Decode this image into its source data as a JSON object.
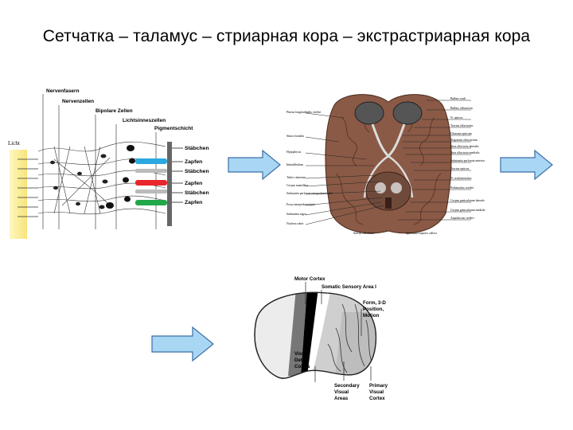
{
  "slide": {
    "title": "Сетчатка – таламус – стриарная кора – экстрастриарная кора"
  },
  "retina": {
    "light": "Licht",
    "nerve_fibers": "Nervenfasern",
    "nerve_cells": "Nervenzellen",
    "bipolar_cells": "Bipolare Zellen",
    "sensory_cells": "Lichtsinneszellen",
    "pigment_layer": "Pigmentschicht",
    "cell_labels": [
      "Stäbchen",
      "Zapfen",
      "Stäbchen",
      "Zapfen",
      "Stäbchen",
      "Zapfen"
    ],
    "colors": {
      "blue": "#2aa8e0",
      "red": "#e8262b",
      "green": "#21a84a"
    }
  },
  "brain_base": {
    "left_labels": [
      "Pineus longitudinalis cerebri",
      "Sinus frontalis",
      "Hypophysis",
      "Infundibulum",
      "Tuber cinereum",
      "Corpus mamillare",
      "Substantia perforata interpeduncularis",
      "Fossa interpeduncularis",
      "Substantia nigra",
      "Nucleus ruber"
    ],
    "right_labels": [
      "Bulbus oculi",
      "Bulbus olfactorius",
      "N. opticus",
      "Tractus olfactorius",
      "Chiasma opticum",
      "Trigonum olfactorium",
      "Stria olfactoria lateralis",
      "Stria olfactoria medialis",
      "Substantia perforata anterior",
      "Tractus opticus",
      "N. oculomotorius",
      "Pedunculus cerebri",
      "Corpus geniculatum laterale",
      "Corpus geniculatum mediale",
      "Aqueductus cerebri"
    ],
    "bottom_labels": [
      "Sulcus calcarinus",
      "Splenium corporis callosi"
    ]
  },
  "cortex": {
    "motor_cortex": "Motor Cortex",
    "somatic_area": "Somatic Sensory Area I",
    "form_label": [
      "Form, 3-D",
      "Position,",
      "Motion"
    ],
    "visual_label": [
      "Visual",
      "Detail,",
      "Colors"
    ],
    "secondary_label": [
      "Secondary",
      "Visual",
      "Areas"
    ],
    "primary_label": [
      "Primary",
      "Visual",
      "Cortex"
    ]
  },
  "arrows": [
    "right-arrow",
    "right-arrow",
    "right-arrow"
  ],
  "arrow_color": "#a9d6f3"
}
